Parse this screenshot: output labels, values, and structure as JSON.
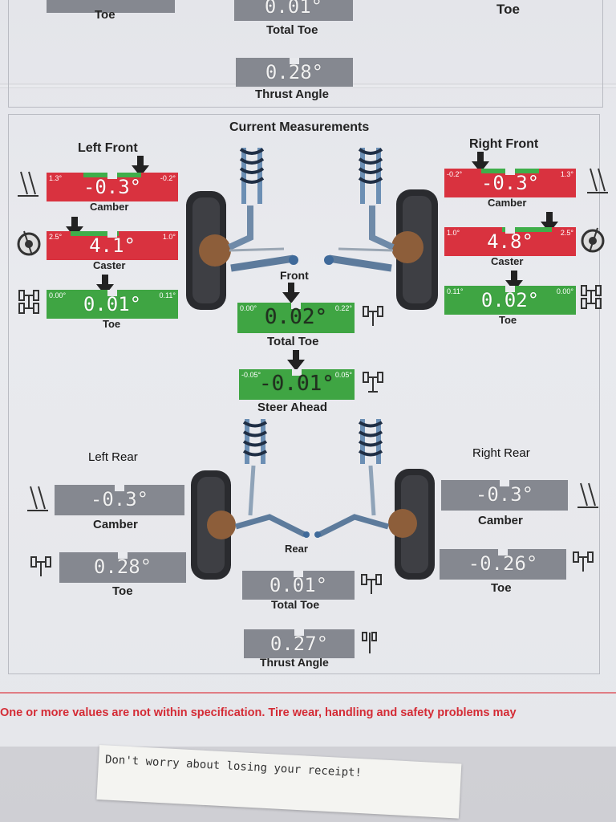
{
  "top_section": {
    "left_label": "Toe",
    "right_label": "Toe",
    "total_toe": {
      "value": "0.01°",
      "label": "Total Toe"
    },
    "thrust_angle": {
      "value": "0.28°",
      "label": "Thrust Angle"
    }
  },
  "title": "Current Measurements",
  "front_label": "Front",
  "rear_label": "Rear",
  "left_front": {
    "heading": "Left Front",
    "camber": {
      "value": "-0.3°",
      "label": "Camber",
      "min": "1.3°",
      "max": "-0.2°"
    },
    "caster": {
      "value": "4.1°",
      "label": "Caster",
      "min": "2.5°",
      "max": "1.0°"
    },
    "toe": {
      "value": "0.01°",
      "label": "Toe",
      "min": "0.00°",
      "max": "0.11°"
    }
  },
  "right_front": {
    "heading": "Right Front",
    "camber": {
      "value": "-0.3°",
      "label": "Camber",
      "min": "-0.2°",
      "max": "1.3°"
    },
    "caster": {
      "value": "4.8°",
      "label": "Caster",
      "min": "1.0°",
      "max": "2.5°"
    },
    "toe": {
      "value": "0.02°",
      "label": "Toe",
      "min": "0.11°",
      "max": "0.00°"
    }
  },
  "front_total_toe": {
    "value": "0.02°",
    "label": "Total Toe",
    "min": "0.00°",
    "max": "0.22°"
  },
  "steer_ahead": {
    "value": "-0.01°",
    "label": "Steer Ahead",
    "min": "-0.05°",
    "max": "0.05°"
  },
  "left_rear": {
    "heading": "Left Rear",
    "camber": {
      "value": "-0.3°",
      "label": "Camber"
    },
    "toe": {
      "value": "0.28°",
      "label": "Toe"
    }
  },
  "right_rear": {
    "heading": "Right Rear",
    "camber": {
      "value": "-0.3°",
      "label": "Camber"
    },
    "toe": {
      "value": "-0.26°",
      "label": "Toe"
    }
  },
  "rear_total_toe": {
    "value": "0.01°",
    "label": "Total Toe"
  },
  "rear_thrust_angle": {
    "value": "0.27°",
    "label": "Thrust Angle"
  },
  "warning": "One or more values are not within specification.  Tire wear, handling and safety problems may",
  "receipt_text": "Don't worry about losing your receipt!",
  "colors": {
    "out_of_spec": "#d9323f",
    "in_spec": "#3fa543",
    "no_spec": "#858890"
  }
}
